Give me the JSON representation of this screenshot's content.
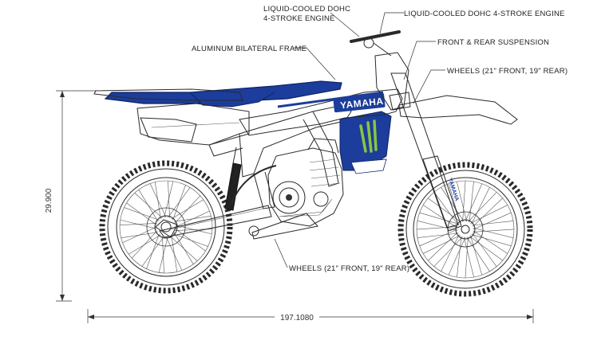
{
  "callouts": {
    "engine_left_line1": "LIQUID-COOLED DOHC",
    "engine_left_line2": "4-STROKE ENGINE",
    "engine_right": "LIQUID-COOLED DOHC 4-STROKE ENGINE",
    "frame": "ALUMINUM BILATERAL FRAME",
    "suspension": "FRONT & REAR SUSPENSION",
    "wheels_top": "WHEELS (21\" FRONT, 19\" REAR)",
    "wheels_bottom": "WHEELS (21\" FRONT, 19\" REAR)"
  },
  "dimensions": {
    "height": "29.900",
    "length": "197.1080"
  },
  "branding": {
    "tank_logo": "YAMAHA",
    "fork_text": "YAMAHA"
  },
  "colors": {
    "brand_blue": "#1c3d9b",
    "line": "#2a2a2a",
    "monster_green": "#8bc53f",
    "tank_white": "#f4f6fa"
  }
}
